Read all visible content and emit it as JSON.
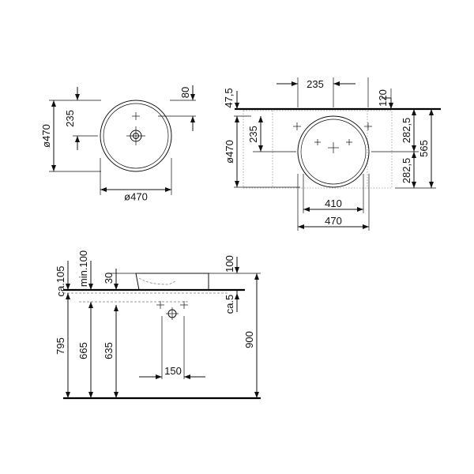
{
  "top_left_view": {
    "dim_width": "ø470",
    "dim_height": "ø470",
    "dim_center": "235",
    "dim_tap_offset": "80"
  },
  "top_right_view": {
    "dim_top_offset": "47,5",
    "dim_center_x": "235",
    "dim_edge": "120",
    "dim_upper_half": "282,5",
    "dim_lower_half": "282,5",
    "dim_depth": "565",
    "dim_height": "ø470",
    "dim_center_y": "235",
    "dim_cutout": "410",
    "dim_width": "470"
  },
  "side_view": {
    "dim_ca105": "ca.105",
    "dim_min100": "min.100",
    "dim_30": "30",
    "dim_100": "100",
    "dim_ca5": "ca.5",
    "dim_795": "795",
    "dim_665": "665",
    "dim_635": "635",
    "dim_900": "900",
    "dim_150": "150"
  }
}
